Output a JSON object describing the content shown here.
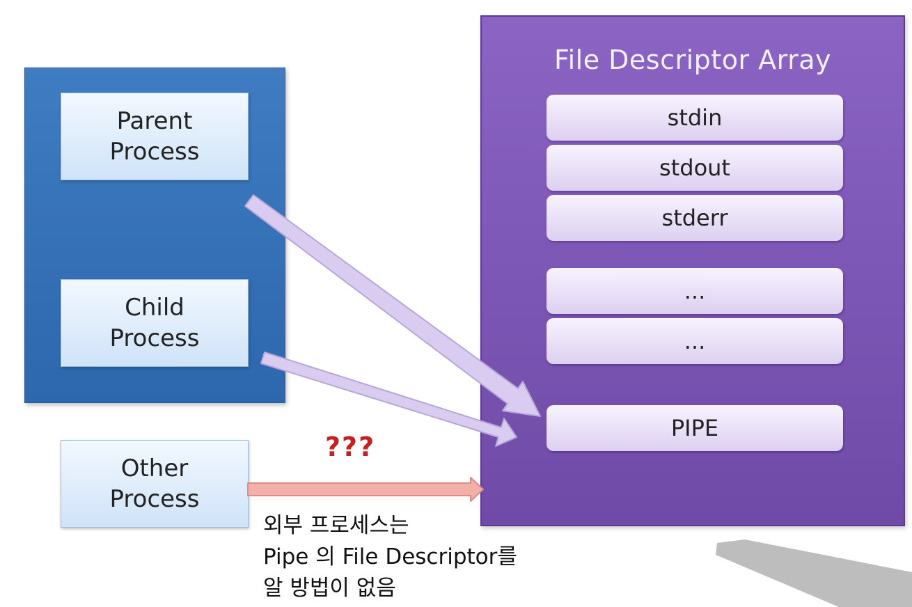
{
  "processes": {
    "parent": "Parent\nProcess",
    "child": "Child\nProcess",
    "other": "Other\nProcess"
  },
  "fd_array": {
    "title": "File Descriptor Array",
    "slots": [
      "stdin",
      "stdout",
      "stderr",
      "...",
      "...",
      "PIPE"
    ]
  },
  "question_marks": "???",
  "caption": "외부 프로세스는\nPipe 의 File Descriptor를\n알 방법이 없음",
  "colors": {
    "group_blue": "#3572b8",
    "process_box": "#dcebfb",
    "panel_purple": "#7d57b6",
    "slot": "#ebe3f8",
    "access_arrow": "#d9ccf0",
    "blocked_arrow": "#f3b0ab",
    "question_marks": "#c42121"
  }
}
